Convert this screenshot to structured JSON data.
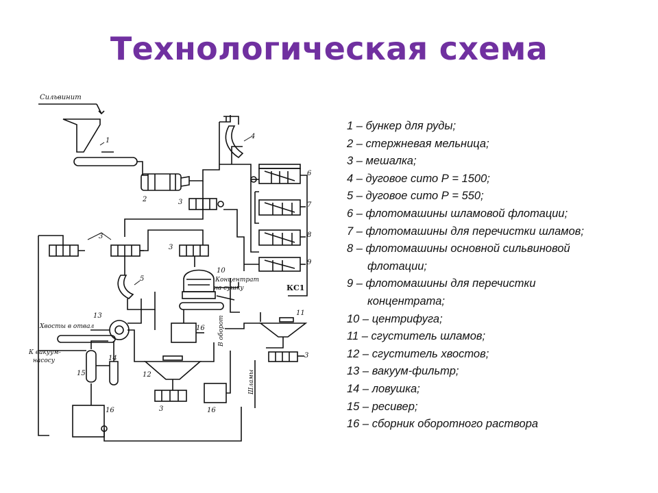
{
  "slide": {
    "title": "Технологическая схема"
  },
  "scheme": {
    "labels": {
      "input": "Сильвинит",
      "concentrate_1": "Концентрат",
      "concentrate_2": "на сушку",
      "tailings": "Хвосты в отвал",
      "vacuum_1": "К вакуум-",
      "vacuum_2": "насосу",
      "return": "В оборот",
      "slimes": "Шламы",
      "ks": "КС1"
    },
    "numbers": {
      "n1": "1",
      "n2": "2",
      "n3a": "3",
      "n3b": "3",
      "n3c": "3",
      "n3d": "3",
      "n3e": "3",
      "n4": "4",
      "n5": "5",
      "n6": "6",
      "n7": "7",
      "n8": "8",
      "n9": "9",
      "n10": "10",
      "n11": "11",
      "n12": "12",
      "n13": "13",
      "n14": "14",
      "n15": "15",
      "n16a": "16",
      "n16b": "16",
      "n16c": "16"
    }
  },
  "legend": {
    "items": [
      "1 – бункер для руды;",
      "2 – стержневая мельница;",
      "3 – мешалка;",
      "4 – дуговое сито Р = 1500;",
      "5 – дуговое сито Р = 550;",
      "6 – флотомашины шламовой флотации;",
      "7 – флотомашины для перечистки шламов;",
      "8 – флотомашины основной сильвиновой",
      "флотации;",
      "9 – флотомашины для перечистки",
      "концентрата;",
      "10 – центрифуга;",
      "11 – сгуститель шламов;",
      "12 – сгуститель хвостов;",
      "13 – вакуум-фильтр;",
      "14 – ловушка;",
      "15 – ресивер;",
      "16 – сборник оборотного раствора"
    ]
  }
}
